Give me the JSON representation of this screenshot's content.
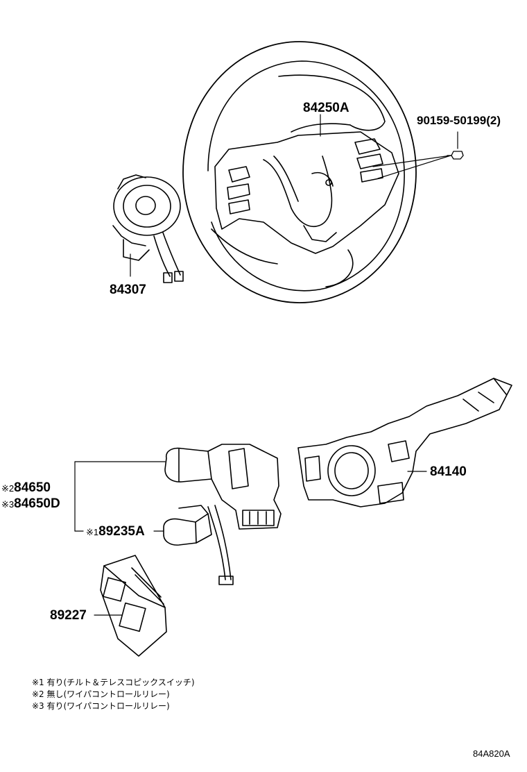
{
  "labels": {
    "wheel": "84250A",
    "bolt": "90159-50199(2)",
    "spiral": "84307",
    "combo_switch": "84140",
    "wiper_1": "84650",
    "wiper_1_mark": "※2",
    "wiper_2": "84650D",
    "wiper_2_mark": "※3",
    "tilt_sensor": "89235A",
    "tilt_sensor_mark": "※1",
    "relay": "89227"
  },
  "notes": [
    "※1 有り(チルト＆テレスコピックスイッチ)",
    "※2 無し(ワイパコントロールリレー)",
    "※3 有り(ワイパコントロールリレー)"
  ],
  "diagram_code": "84A820A"
}
